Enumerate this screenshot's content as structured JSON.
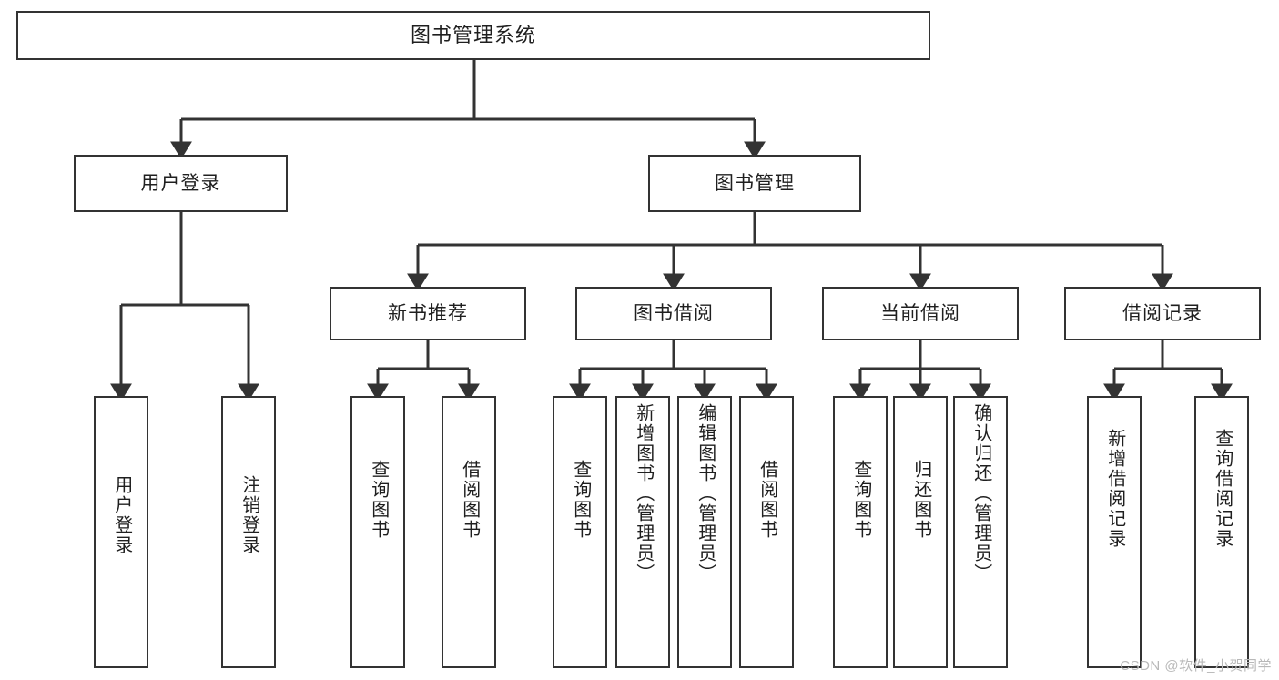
{
  "diagram": {
    "title": "图书管理系统",
    "type": "tree-hierarchy",
    "watermark": "CSDN @软件_小贺同学",
    "colors": {
      "stroke": "#333333",
      "fill": "#ffffff",
      "text": "#1f1f1f",
      "watermark": "#b8b8b8"
    },
    "root": {
      "label": "图书管理系统"
    },
    "level1": [
      {
        "label": "用户登录"
      },
      {
        "label": "图书管理"
      }
    ],
    "level2": [
      {
        "label": "新书推荐"
      },
      {
        "label": "图书借阅"
      },
      {
        "label": "当前借阅"
      },
      {
        "label": "借阅记录"
      }
    ],
    "leaves": {
      "user_login": [
        {
          "label": "用户登录"
        },
        {
          "label": "注销登录"
        }
      ],
      "new_book": [
        {
          "label": "查询图书"
        },
        {
          "label": "借阅图书"
        }
      ],
      "borrow": [
        {
          "label": "查询图书"
        },
        {
          "label": "新增图书（管理员）"
        },
        {
          "label": "编辑图书（管理员）"
        },
        {
          "label": "借阅图书"
        }
      ],
      "current": [
        {
          "label": "查询图书"
        },
        {
          "label": "归还图书"
        },
        {
          "label": "确认归还（管理员）"
        }
      ],
      "records": [
        {
          "label": "新增借阅记录"
        },
        {
          "label": "查询借阅记录"
        }
      ]
    }
  }
}
